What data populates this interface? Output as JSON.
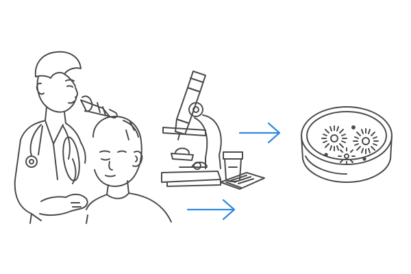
{
  "colors": {
    "line": "#4a4a4a",
    "arrow": "#2f87e0",
    "background": "#ffffff"
  },
  "steps": [
    {
      "icon": "doctor-examining-scalp-icon"
    },
    {
      "icon": "microscope-sample-icon"
    },
    {
      "icon": "petri-dish-culture-icon"
    }
  ],
  "connectors": [
    {
      "icon": "arrow-right-icon",
      "from": "microscope",
      "to": "petri-dish"
    },
    {
      "icon": "arrow-right-icon",
      "from": "doctor",
      "to": "microscope"
    }
  ]
}
